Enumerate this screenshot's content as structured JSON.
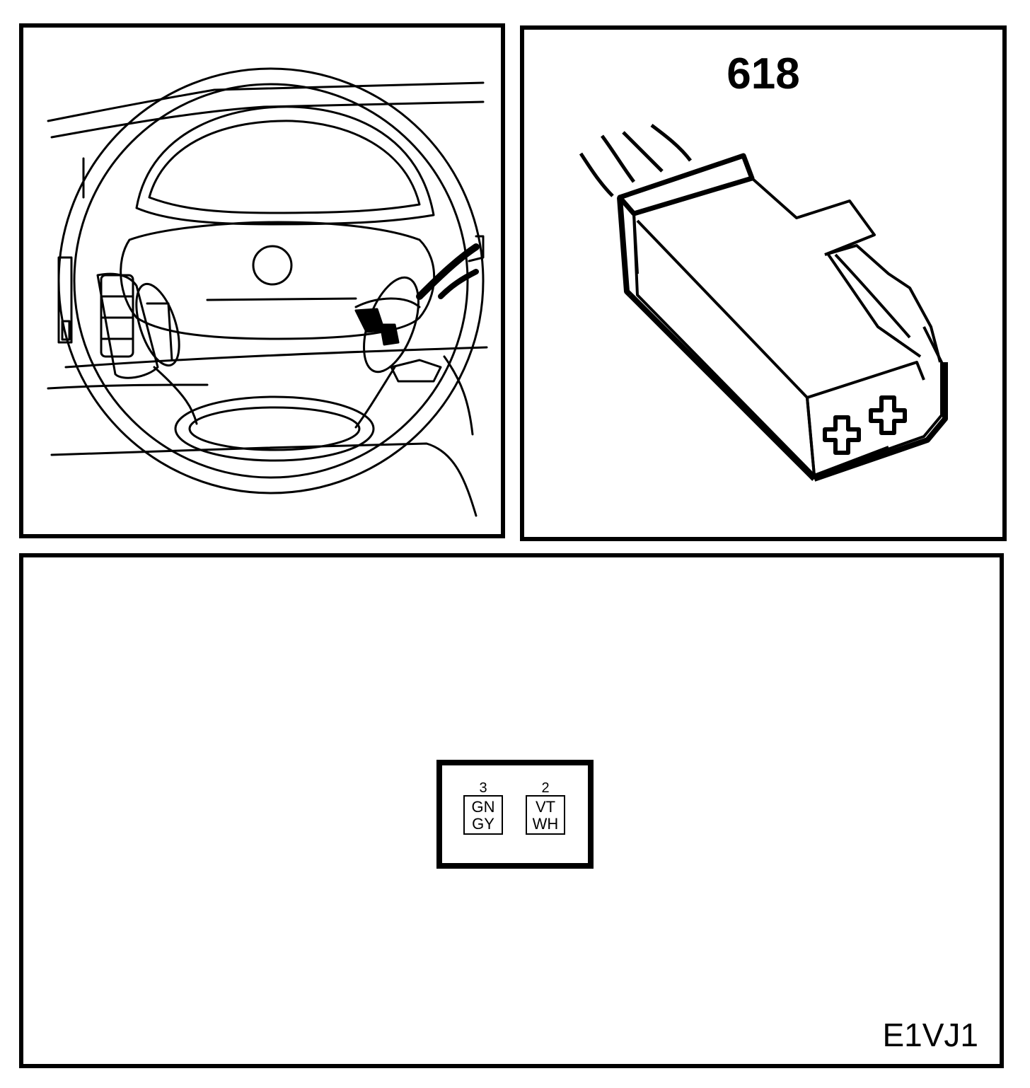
{
  "connector": {
    "number": "618"
  },
  "pinout": {
    "pins": [
      {
        "number": "3",
        "color_top": "GN",
        "color_bottom": "GY"
      },
      {
        "number": "2",
        "color_top": "VT",
        "color_bottom": "WH"
      }
    ]
  },
  "figure_code": "E1VJ1"
}
